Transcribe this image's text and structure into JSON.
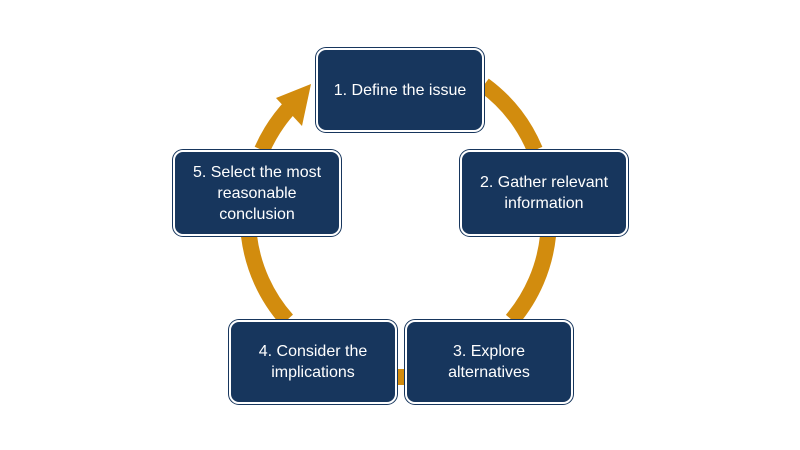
{
  "colors": {
    "box_fill": "#17365d",
    "box_text": "#ffffff",
    "arrow": "#d28c0e",
    "background": "#ffffff"
  },
  "cycle": {
    "steps": [
      {
        "label": "1. Define the issue"
      },
      {
        "label": "2. Gather relevant\ninformation"
      },
      {
        "label": "3. Explore\nalternatives"
      },
      {
        "label": "4. Consider the\nimplications"
      },
      {
        "label": "5. Select the most\nreasonable\nconclusion"
      }
    ]
  }
}
